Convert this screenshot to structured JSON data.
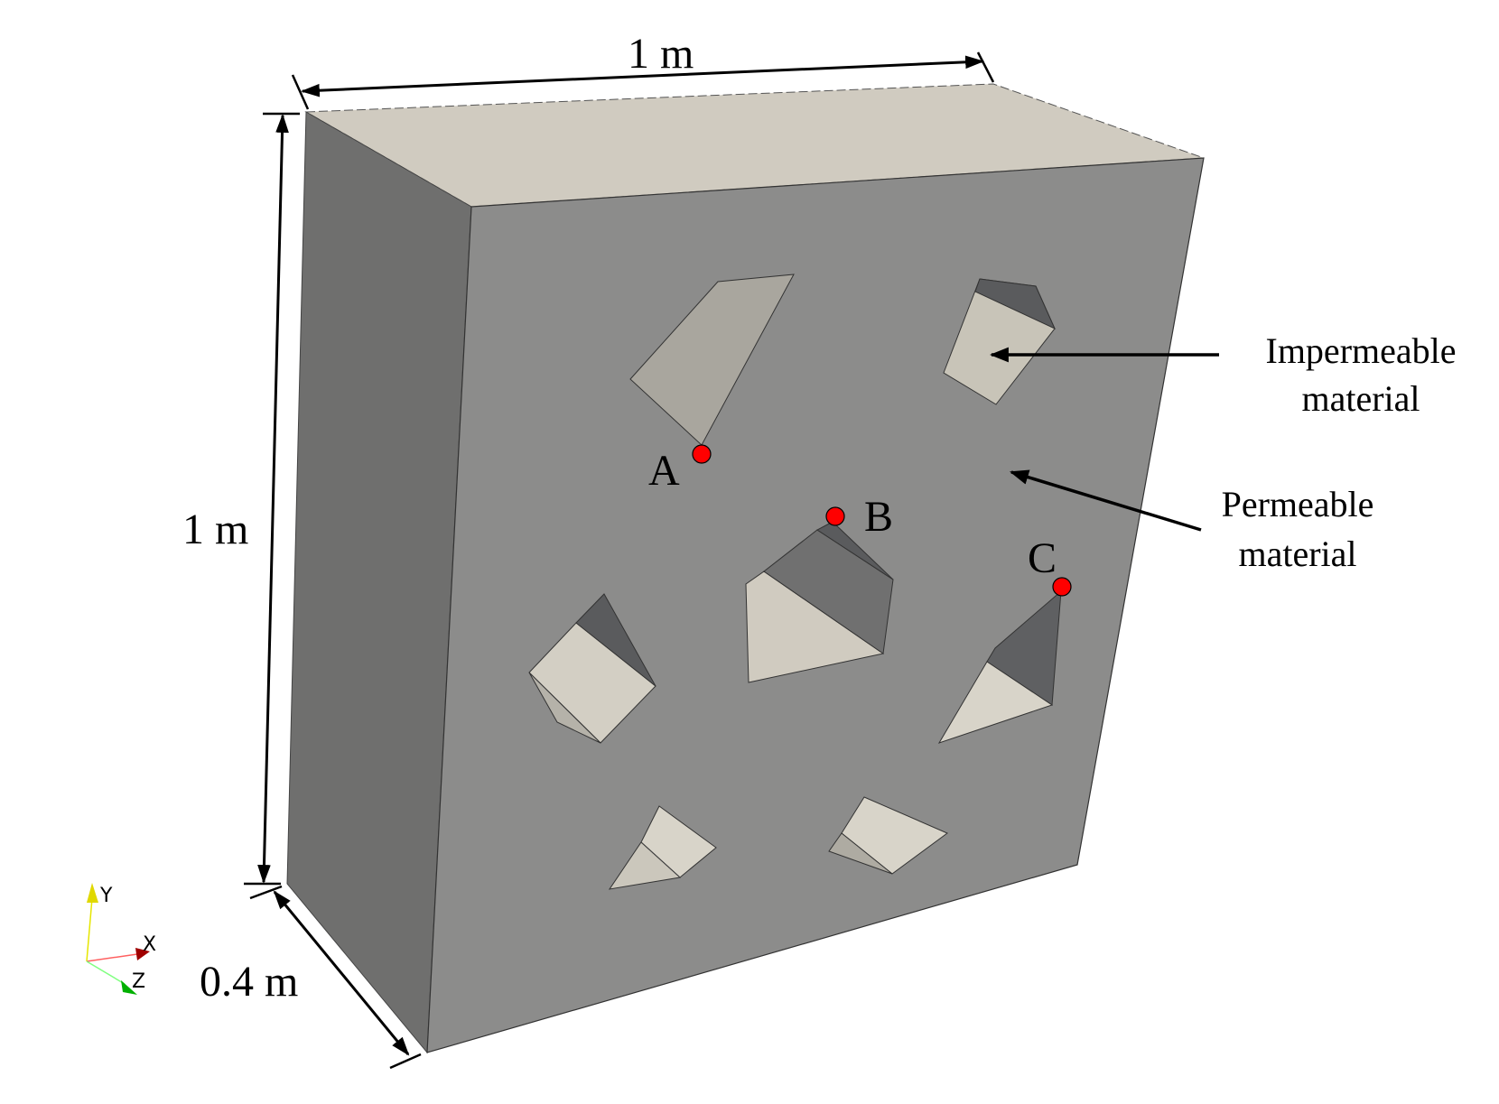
{
  "figure": {
    "type": "3d-block-diagram",
    "description": "Cubic block with embedded impermeable inclusions and monitoring points"
  },
  "dimensions": {
    "width_label": "1 m",
    "height_label": "1 m",
    "depth_label": "0.4 m"
  },
  "annotations": {
    "impermeable": {
      "line1": "Impermeable",
      "line2": "material"
    },
    "permeable": {
      "line1": "Permeable",
      "line2": "material"
    }
  },
  "points": [
    {
      "id": "A",
      "label": "A",
      "color": "#ff0000"
    },
    {
      "id": "B",
      "label": "B",
      "color": "#ff0000"
    },
    {
      "id": "C",
      "label": "C",
      "color": "#ff0000"
    }
  ],
  "axes_triad": {
    "x": {
      "label": "X",
      "color": "#b00000"
    },
    "y": {
      "label": "Y",
      "color": "#e6e600"
    },
    "z": {
      "label": "Z",
      "color": "#00b000"
    }
  },
  "colors": {
    "front_face": "#8c8c8b",
    "left_face": "#6f6f6e",
    "top_face": "#d0cbc0",
    "inclusion_light": "#d3cfc4",
    "inclusion_mid": "#a9a69e",
    "inclusion_dark": "#5a5b5d",
    "inclusion_shadow": "#707070"
  }
}
